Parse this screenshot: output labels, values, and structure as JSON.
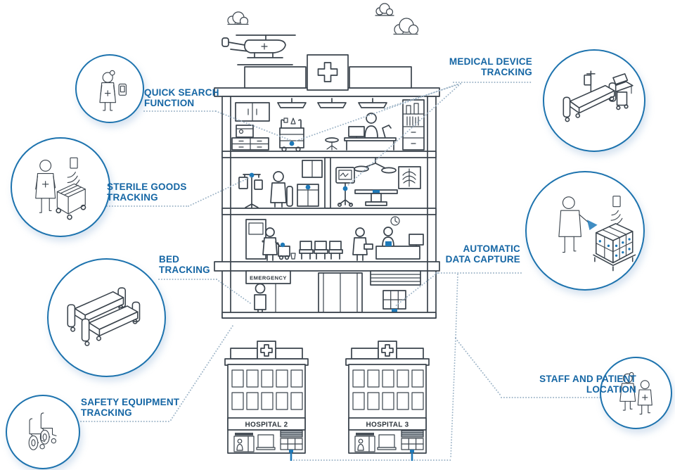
{
  "colors": {
    "label_blue": "#1566a4",
    "circle_border_blue": "#1d73ae",
    "accent_blue": "#1e79b8",
    "line_art": "#3a434c",
    "connector_dots": "#9db4c7"
  },
  "callouts": {
    "quick_search": {
      "line1": "QUICK SEARCH",
      "line2": "FUNCTION",
      "icon": "nurse-with-tablet-icon"
    },
    "sterile_goods": {
      "line1": "STERILE GOODS",
      "line2": "TRACKING",
      "icon": "worker-cart-sensor-icon"
    },
    "bed": {
      "line1": "BED",
      "line2": "TRACKING",
      "icon": "hospital-beds-icon"
    },
    "safety_equipment": {
      "line1": "SAFETY EQUIPMENT",
      "line2": "TRACKING",
      "icon": "wheelchairs-icon"
    },
    "medical_device": {
      "line1": "MEDICAL DEVICE",
      "line2": "TRACKING",
      "icon": "bed-iv-device-icon"
    },
    "automatic_data_capture": {
      "line1": "AUTOMATIC",
      "line2": "DATA CAPTURE",
      "icon": "scanner-pallet-sensor-icon"
    },
    "staff_patient": {
      "line1": "STAFF AND PATIENT",
      "line2": "LOCATION",
      "icon": "staff-and-patient-icon"
    }
  },
  "main_building": {
    "emergency_sign": "EMERGENCY"
  },
  "hospital2": {
    "name": "HOSPITAL 2"
  },
  "hospital3": {
    "name": "HOSPITAL 3"
  }
}
